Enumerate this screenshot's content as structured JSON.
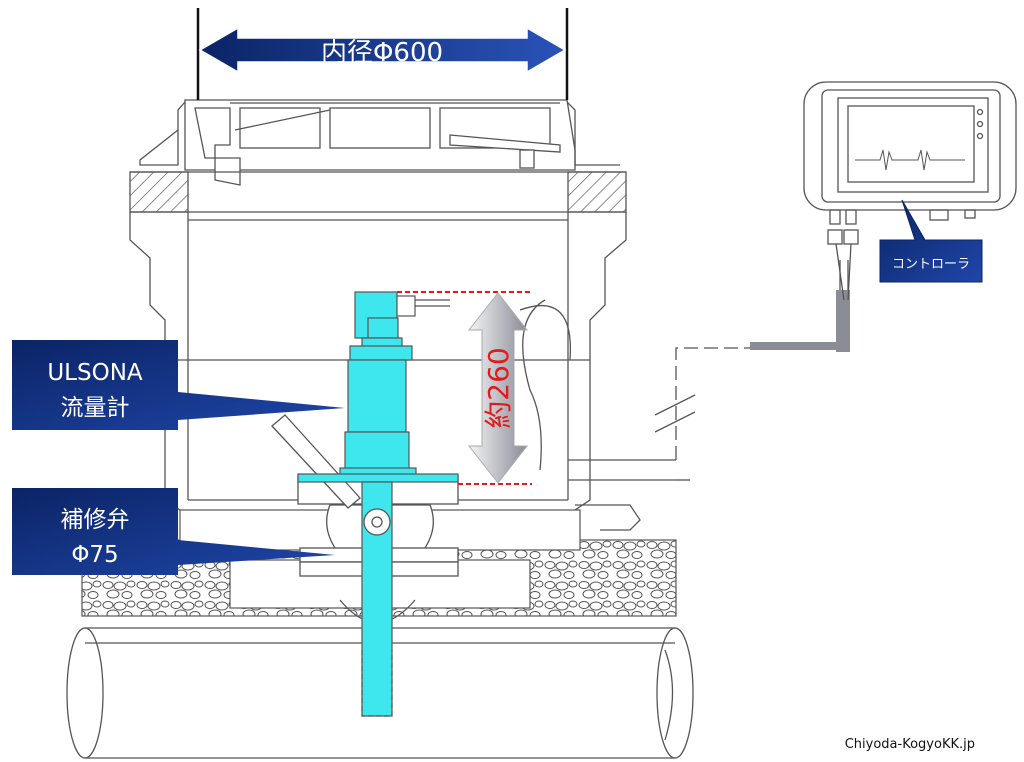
{
  "labels": {
    "inner_diameter": "内径Φ600",
    "depth": "約260",
    "controller": "コントローラ",
    "flowmeter_line1": "ULSONA",
    "flowmeter_line2": "流量計",
    "valve_line1": "補修弁",
    "valve_line2": "Φ75",
    "credit": "Chiyoda-KogyoKK.jp"
  },
  "colors": {
    "navy": "#0e2a74",
    "navy_light": "#2a53b8",
    "cyan": "#3ee6ee",
    "red_dash": "#e01b1b",
    "line": "#555555"
  }
}
